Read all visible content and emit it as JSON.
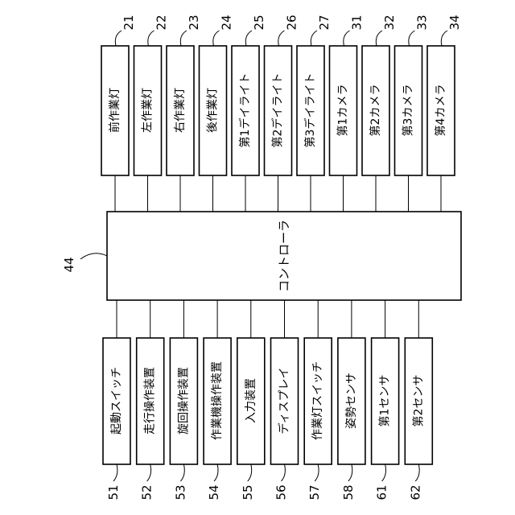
{
  "controller": {
    "label": "コントローラ",
    "ref": "44"
  },
  "top_devices": [
    {
      "label": "前作業灯",
      "ref": "21"
    },
    {
      "label": "左作業灯",
      "ref": "22"
    },
    {
      "label": "右作業灯",
      "ref": "23"
    },
    {
      "label": "後作業灯",
      "ref": "24"
    },
    {
      "label": "第1デイライト",
      "ref": "25"
    },
    {
      "label": "第2デイライト",
      "ref": "26"
    },
    {
      "label": "第3デイライト",
      "ref": "27"
    },
    {
      "label": "第1カメラ",
      "ref": "31"
    },
    {
      "label": "第2カメラ",
      "ref": "32"
    },
    {
      "label": "第3カメラ",
      "ref": "33"
    },
    {
      "label": "第4カメラ",
      "ref": "34"
    }
  ],
  "bottom_devices": [
    {
      "label": "起動スイッチ",
      "ref": "51"
    },
    {
      "label": "走行操作装置",
      "ref": "52"
    },
    {
      "label": "旋回操作装置",
      "ref": "53"
    },
    {
      "label": "作業機操作装置",
      "ref": "54"
    },
    {
      "label": "入力装置",
      "ref": "55"
    },
    {
      "label": "ディスプレイ",
      "ref": "56"
    },
    {
      "label": "作業灯スイッチ",
      "ref": "57"
    },
    {
      "label": "姿勢センサ",
      "ref": "58"
    },
    {
      "label": "第1センサ",
      "ref": "61"
    },
    {
      "label": "第2センサ",
      "ref": "62"
    }
  ]
}
